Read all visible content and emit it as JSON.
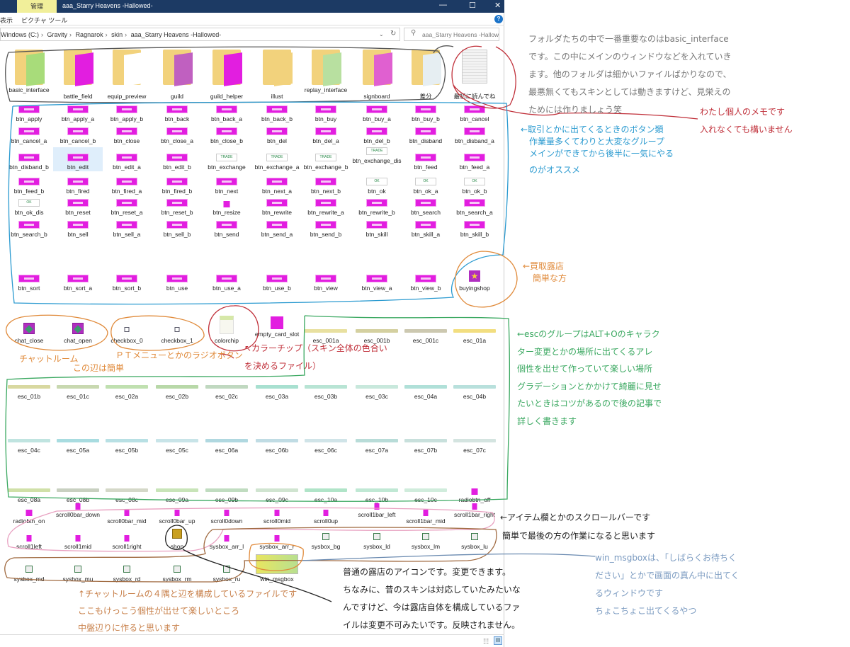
{
  "window": {
    "title": "aaa_Starry Heavens -Hallowed-",
    "tab_manage": "管理",
    "minimize": "—",
    "maximize": "☐",
    "close": "✕",
    "menu": [
      "表示",
      "ピクチャ ツール"
    ],
    "help": "?",
    "breadcrumb": [
      "Windows (C:)",
      "Gravity",
      "Ragnarok",
      "skin",
      "aaa_Starry Heavens -Hallowed-"
    ],
    "breadcrumb_sep": "›",
    "addr_dropdown": "⌄",
    "refresh": "↻",
    "search_icon": "⚲",
    "search_placeholder": "aaa_Starry Heavens -Hallow...",
    "view_details_icon": "☷",
    "view_icons_icon": "▤"
  },
  "rows": [
    [
      {
        "label": "basic_interface",
        "type": "folder",
        "color": "#a8dc7a"
      },
      {
        "label": "battle_field",
        "type": "folder",
        "color": "#e21ee0"
      },
      {
        "label": "equip_preview",
        "type": "folder",
        "color": "#ffffff"
      },
      {
        "label": "guild",
        "type": "folder",
        "color": "#c060c0"
      },
      {
        "label": "guild_helper",
        "type": "folder",
        "color": "#e21ee0"
      },
      {
        "label": "illust",
        "type": "folder",
        "color": "#f2d27c"
      },
      {
        "label": "replay_interface",
        "type": "folder",
        "color": "#b8e0a0"
      },
      {
        "label": "signboard",
        "type": "folder",
        "color": "#e060d0"
      },
      {
        "label": "差分",
        "type": "folder",
        "color": "#e6eef2"
      },
      {
        "label": "最初に読んでね",
        "type": "doc"
      }
    ],
    [
      {
        "label": "btn_apply",
        "type": "btn"
      },
      {
        "label": "btn_apply_a",
        "type": "btn"
      },
      {
        "label": "btn_apply_b",
        "type": "btn"
      },
      {
        "label": "btn_back",
        "type": "btn"
      },
      {
        "label": "btn_back_a",
        "type": "btn"
      },
      {
        "label": "btn_back_b",
        "type": "btn"
      },
      {
        "label": "btn_buy",
        "type": "btn"
      },
      {
        "label": "btn_buy_a",
        "type": "btn"
      },
      {
        "label": "btn_buy_b",
        "type": "btn"
      },
      {
        "label": "btn_cancel",
        "type": "btn"
      }
    ],
    [
      {
        "label": "btn_cancel_a",
        "type": "btn"
      },
      {
        "label": "btn_cancel_b",
        "type": "btn"
      },
      {
        "label": "btn_close",
        "type": "btn"
      },
      {
        "label": "btn_close_a",
        "type": "btn"
      },
      {
        "label": "btn_close_b",
        "type": "btn"
      },
      {
        "label": "btn_del",
        "type": "btn"
      },
      {
        "label": "btn_del_a",
        "type": "btn"
      },
      {
        "label": "btn_del_b",
        "type": "btn"
      },
      {
        "label": "btn_disband",
        "type": "btn"
      },
      {
        "label": "btn_disband_a",
        "type": "btn"
      }
    ],
    [
      {
        "label": "btn_disband_b",
        "type": "btn"
      },
      {
        "label": "btn_edit",
        "type": "btn",
        "selected": true
      },
      {
        "label": "btn_edit_a",
        "type": "btn"
      },
      {
        "label": "btn_edit_b",
        "type": "btn"
      },
      {
        "label": "btn_exchange",
        "type": "btnw",
        "text": "TRADE"
      },
      {
        "label": "btn_exchange_a",
        "type": "btnw",
        "text": "TRADE"
      },
      {
        "label": "btn_exchange_b",
        "type": "btnw",
        "text": "TRADE"
      },
      {
        "label": "btn_exchange_dis",
        "type": "btnw",
        "text": "TRADE"
      },
      {
        "label": "btn_feed",
        "type": "btn"
      },
      {
        "label": "btn_feed_a",
        "type": "btn"
      }
    ],
    [
      {
        "label": "btn_feed_b",
        "type": "btn"
      },
      {
        "label": "btn_fired",
        "type": "btn"
      },
      {
        "label": "btn_fired_a",
        "type": "btn"
      },
      {
        "label": "btn_fired_b",
        "type": "btn"
      },
      {
        "label": "btn_next",
        "type": "btn"
      },
      {
        "label": "btn_next_a",
        "type": "btn"
      },
      {
        "label": "btn_next_b",
        "type": "btn"
      },
      {
        "label": "btn_ok",
        "type": "btnw",
        "text": "OK"
      },
      {
        "label": "btn_ok_a",
        "type": "btnw",
        "text": "OK"
      },
      {
        "label": "btn_ok_b",
        "type": "btnw",
        "text": "OK"
      }
    ],
    [
      {
        "label": "btn_ok_dis",
        "type": "btnw",
        "text": "OK"
      },
      {
        "label": "btn_reset",
        "type": "btn"
      },
      {
        "label": "btn_reset_a",
        "type": "btn"
      },
      {
        "label": "btn_reset_b",
        "type": "btn"
      },
      {
        "label": "btn_resize",
        "type": "btns"
      },
      {
        "label": "btn_rewrite",
        "type": "btn"
      },
      {
        "label": "btn_rewrite_a",
        "type": "btn"
      },
      {
        "label": "btn_rewrite_b",
        "type": "btn"
      },
      {
        "label": "btn_search",
        "type": "btn"
      },
      {
        "label": "btn_search_a",
        "type": "btn"
      }
    ],
    [
      {
        "label": "btn_search_b",
        "type": "btn"
      },
      {
        "label": "btn_sell",
        "type": "btn"
      },
      {
        "label": "btn_sell_a",
        "type": "btn"
      },
      {
        "label": "btn_sell_b",
        "type": "btn"
      },
      {
        "label": "btn_send",
        "type": "btn"
      },
      {
        "label": "btn_send_a",
        "type": "btn"
      },
      {
        "label": "btn_send_b",
        "type": "btn"
      },
      {
        "label": "btn_skill",
        "type": "btn"
      },
      {
        "label": "btn_skill_a",
        "type": "btn"
      },
      {
        "label": "btn_skill_b",
        "type": "btn"
      }
    ],
    [
      {
        "label": "btn_sort",
        "type": "btn"
      },
      {
        "label": "btn_sort_a",
        "type": "btn"
      },
      {
        "label": "btn_sort_b",
        "type": "btn"
      },
      {
        "label": "btn_use",
        "type": "btn"
      },
      {
        "label": "btn_use_a",
        "type": "btn"
      },
      {
        "label": "btn_use_b",
        "type": "btn"
      },
      {
        "label": "btn_view",
        "type": "btn"
      },
      {
        "label": "btn_view_a",
        "type": "btn"
      },
      {
        "label": "btn_view_b",
        "type": "btn"
      },
      {
        "label": "buyingshop",
        "type": "star",
        "text": "★"
      }
    ],
    [
      {
        "label": "chat_close",
        "type": "chat"
      },
      {
        "label": "chat_open",
        "type": "chat"
      },
      {
        "label": "checkbox_0",
        "type": "chk"
      },
      {
        "label": "checkbox_1",
        "type": "chk"
      },
      {
        "label": "colorchip",
        "type": "chip"
      },
      {
        "label": "empty_card_slot",
        "type": "ecs"
      },
      {
        "label": "esc_001a",
        "type": "esc",
        "color": "#e8e0a0"
      },
      {
        "label": "esc_001b",
        "type": "esc",
        "color": "#d4d0a0"
      },
      {
        "label": "esc_001c",
        "type": "esc",
        "color": "#ccc8b0"
      },
      {
        "label": "esc_01a",
        "type": "esc",
        "color": "#f2de80"
      }
    ],
    [
      {
        "label": "esc_01b",
        "type": "esc",
        "color": "#d8d8a0"
      },
      {
        "label": "esc_01c",
        "type": "esc",
        "color": "#c8d8b0"
      },
      {
        "label": "esc_02a",
        "type": "esc",
        "color": "#c0e0b0"
      },
      {
        "label": "esc_02b",
        "type": "esc",
        "color": "#b8d8a8"
      },
      {
        "label": "esc_02c",
        "type": "esc",
        "color": "#c0d8c0"
      },
      {
        "label": "esc_03a",
        "type": "esc",
        "color": "#a8e0d0"
      },
      {
        "label": "esc_03b",
        "type": "esc",
        "color": "#b8e4d4"
      },
      {
        "label": "esc_03c",
        "type": "esc",
        "color": "#c8e8dc"
      },
      {
        "label": "esc_04a",
        "type": "esc",
        "color": "#b0e0d8"
      },
      {
        "label": "esc_04b",
        "type": "esc",
        "color": "#b8e0dc"
      }
    ],
    [
      {
        "label": "esc_04c",
        "type": "esc",
        "color": "#c0e4e0"
      },
      {
        "label": "esc_05a",
        "type": "esc",
        "color": "#a8dce0"
      },
      {
        "label": "esc_05b",
        "type": "esc",
        "color": "#b8e0e4"
      },
      {
        "label": "esc_05c",
        "type": "esc",
        "color": "#c8e4e8"
      },
      {
        "label": "esc_06a",
        "type": "esc",
        "color": "#b0d8e0"
      },
      {
        "label": "esc_06b",
        "type": "esc",
        "color": "#c0dce4"
      },
      {
        "label": "esc_06c",
        "type": "esc",
        "color": "#d0e4e8"
      },
      {
        "label": "esc_07a",
        "type": "esc",
        "color": "#b8dcd8"
      },
      {
        "label": "esc_07b",
        "type": "esc",
        "color": "#c8e0dc"
      },
      {
        "label": "esc_07c",
        "type": "esc",
        "color": "#d4e4e0"
      }
    ],
    [
      {
        "label": "esc_08a",
        "type": "esc",
        "color": "#d0e0a8"
      },
      {
        "label": "esc_08b",
        "type": "esc",
        "color": "#c8d0c0"
      },
      {
        "label": "esc_08c",
        "type": "esc",
        "color": "#d4d8c8"
      },
      {
        "label": "esc_09a",
        "type": "esc",
        "color": "#c8e4b8"
      },
      {
        "label": "esc_09b",
        "type": "esc",
        "color": "#c0dcc0"
      },
      {
        "label": "esc_09c",
        "type": "esc",
        "color": "#d0e4d0"
      },
      {
        "label": "esc_10a",
        "type": "esc",
        "color": "#b0e4c8"
      },
      {
        "label": "esc_10b",
        "type": "esc",
        "color": "#c0e8d4"
      },
      {
        "label": "esc_10c",
        "type": "esc",
        "color": "#d0ecdc"
      },
      {
        "label": "radiobtn_off",
        "type": "btns"
      }
    ],
    [
      {
        "label": "radiobtn_on",
        "type": "btns"
      },
      {
        "label": "scroll0bar_down",
        "type": "scr"
      },
      {
        "label": "scroll0bar_mid",
        "type": "scr"
      },
      {
        "label": "scroll0bar_up",
        "type": "scr"
      },
      {
        "label": "scroll0down",
        "type": "scr"
      },
      {
        "label": "scroll0mid",
        "type": "scr"
      },
      {
        "label": "scroll0up",
        "type": "scr"
      },
      {
        "label": "scroll1bar_left",
        "type": "scr"
      },
      {
        "label": "scroll1bar_mid",
        "type": "scr"
      },
      {
        "label": "scroll1bar_right",
        "type": "scr"
      }
    ],
    [
      {
        "label": "scroll1left",
        "type": "scr"
      },
      {
        "label": "scroll1mid",
        "type": "scr"
      },
      {
        "label": "scroll1right",
        "type": "scr"
      },
      {
        "label": "shop",
        "type": "shop"
      },
      {
        "label": "sysbox_arr_l",
        "type": "scr"
      },
      {
        "label": "sysbox_arr_r",
        "type": "scr"
      },
      {
        "label": "sysbox_bg",
        "type": "sys"
      },
      {
        "label": "sysbox_ld",
        "type": "sys"
      },
      {
        "label": "sysbox_lm",
        "type": "sys"
      },
      {
        "label": "sysbox_lu",
        "type": "sys"
      }
    ],
    [
      {
        "label": "sysbox_md",
        "type": "sys"
      },
      {
        "label": "sysbox_mu",
        "type": "sys"
      },
      {
        "label": "sysbox_rd",
        "type": "sys"
      },
      {
        "label": "sysbox_rm",
        "type": "sys"
      },
      {
        "label": "sysbox_ru",
        "type": "sys"
      },
      {
        "label": "win_msgbox",
        "type": "msg"
      }
    ]
  ],
  "notes": {
    "folders": [
      "フォルダたちの中で一番重要なのはbasic_interface",
      "です。この中にメインのウィンドウなどを入れていき",
      "ます。他のフォルダは細かいファイルばかりなので、",
      "最悪無くてもスキンとしては動きますけど、見栄えの",
      "ためには作りましょう笑"
    ],
    "personal": [
      "わたし個人のメモです",
      "入れなくても構いません"
    ],
    "buttons": [
      "←取引とかに出てくるときのボタン類",
      "作業量多くてわりと大変なグループ",
      "メインができてから後半に一気にやる",
      "のがオススメ"
    ],
    "buyingshop": [
      "←買取露店",
      "簡単な方"
    ],
    "chatroom": [
      "チャットルーム",
      "この辺は簡単"
    ],
    "radio": "ＰＴメニューとかのラジオボタン",
    "colorchip": [
      "↖カラーチップ（スキン全体の色合い",
      "を決めるファイル）"
    ],
    "esc": [
      "←escのグループはALT+Oのキャラク",
      "ター変更とかの場所に出てくるアレ",
      "個性を出せて作っていて楽しい場所",
      "グラデーションとかかけて綺麗に見せ",
      "たいときはコツがあるので後の記事で",
      "詳しく書きます"
    ],
    "scroll": [
      "←アイテム欄とかのスクロールバーです",
      "簡単で最後の方の作業になると思います"
    ],
    "msgbox": [
      "win_msgboxは、「しばらくお待ちく",
      "ださい」とかで画面の真ん中に出てく",
      "るウィンドウです",
      "ちょこちょこ出てくるやつ"
    ],
    "shop": [
      "普通の露店のアイコンです。変更できます。",
      "ちなみに、昔のスキンは対応していたみたいな",
      "んですけど、今は露店自体を構成しているファ",
      "イルは変更不可みたいです。反映されません。"
    ],
    "sysbox": [
      "↑チャットルームの４隅と辺を構成しているファイルです",
      "ここもけっこう個性が出せて楽しいところ",
      "中盤辺りに作ると思います"
    ]
  },
  "colors": {
    "titlebar": "#1c3a64",
    "magenta": "#e21ee0",
    "note_gray": "#777777",
    "note_red": "#c0303a",
    "note_blue": "#2a9ad0",
    "note_orange": "#e08a3a",
    "note_green": "#3aa860",
    "note_black": "#222222",
    "note_lightblue": "#7a9ac0",
    "note_brown": "#c8804a"
  }
}
